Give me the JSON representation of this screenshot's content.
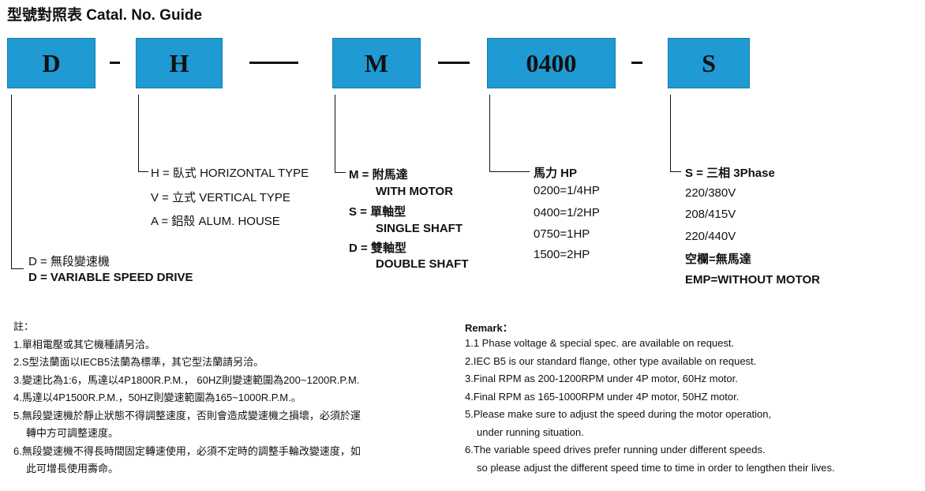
{
  "title": "型號對照表 Catal. No. Guide",
  "code_parts": [
    {
      "text": "D"
    },
    {
      "text": "H"
    },
    {
      "text": "M"
    },
    {
      "text": "0400"
    },
    {
      "text": "S"
    }
  ],
  "separators": [
    "-",
    "—",
    "—",
    "-"
  ],
  "d_group": {
    "line1": "D = 無段變速機",
    "line2": "D = VARIABLE SPEED DRIVE"
  },
  "h_group": {
    "line1": "H = 臥式  HORIZONTAL TYPE",
    "line2": "V = 立式  VERTICAL TYPE",
    "line3": "A = 鋁殼  ALUM. HOUSE"
  },
  "m_group": {
    "line1": "M = 附馬達",
    "line2": "WITH MOTOR",
    "line3": "S = 單軸型",
    "line4": "SINGLE SHAFT",
    "line5": "D = 雙軸型",
    "line6": "DOUBLE SHAFT"
  },
  "hp_group": {
    "line1": "馬力  HP",
    "line2": "0200=1/4HP",
    "line3": "0400=1/2HP",
    "line4": "0750=1HP",
    "line5": "1500=2HP"
  },
  "s_group": {
    "line1": "S = 三相 3Phase",
    "line2": "220/380V",
    "line3": "208/415V",
    "line4": "220/440V",
    "line5": "空欄=無馬達",
    "line6": "EMP=WITHOUT MOTOR"
  },
  "notes_zh": {
    "heading": "註：",
    "n1": "1.單相電壓或其它機種請另洽。",
    "n2": "2.S型法蘭面以IECB5法蘭為標準，其它型法蘭請另洽。",
    "n3": "3.變速比為1:6，馬達以4P1800R.P.M.， 60HZ則變速範圍為200~1200R.P.M.",
    "n4": "4.馬達以4P1500R.P.M.，50HZ則變速範圍為165~1000R.P.M.。",
    "n5a": "5.無段變速機於靜止狀態不得調整速度，否則會造成變速機之損壞，必須於運",
    "n5b": "轉中方可調整速度。",
    "n6a": "6.無段變速機不得長時間固定轉速使用，必須不定時的調整手輪改變速度，如",
    "n6b": "此可增長使用壽命。"
  },
  "notes_en": {
    "heading": "Remark：",
    "n1": "1.1 Phase voltage & special spec. are available on request.",
    "n2": "2.IEC B5 is our standard flange, other type available on request.",
    "n3": "3.Final RPM as 200-1200RPM under 4P motor, 60Hz motor.",
    "n4": "4.Final RPM as 165-1000RPM under 4P motor, 50HZ motor.",
    "n5a": "5.Please make sure to adjust the speed during the motor operation,",
    "n5b": "under running situation.",
    "n6a": "6.The variable speed drives prefer running under different speeds.",
    "n6b": "so please adjust the different speed time to time in order to lengthen their lives."
  }
}
